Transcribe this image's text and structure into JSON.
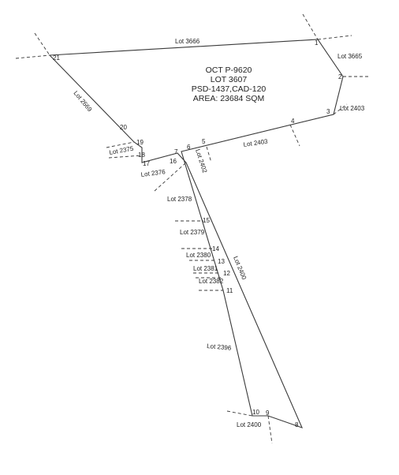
{
  "title_block": {
    "lines": [
      "OCT P-9620",
      "LOT 3607",
      "PSD-1437,CAD-120",
      "AREA: 23684 SQM"
    ]
  },
  "points": [
    "1",
    "2",
    "3",
    "4",
    "5",
    "6",
    "7",
    "8",
    "9",
    "10",
    "11",
    "12",
    "13",
    "14",
    "15",
    "16",
    "17",
    "18",
    "19",
    "20",
    "21"
  ],
  "lots": {
    "lot_3666": "Lot 3666",
    "lot_3665": "Lot 3665",
    "lot_2403_right": "Lot 2403",
    "lot_2403_mid": "Lot 2403",
    "lot_2402": "Lot 2402",
    "lot_2669": "Lot 2669",
    "lot_2375": "Lot 2375",
    "lot_2376": "Lot 2376",
    "lot_2378": "Lot 2378",
    "lot_2379": "Lot 2379",
    "lot_2380": "Lot 2380",
    "lot_2381": "Lot 2381",
    "lot_2382": "Lot 2382",
    "lot_2400_strip": "Lot 2400",
    "lot_2396": "Lot 2396",
    "lot_2400_bottom": "Lot 2400"
  },
  "colors": {
    "line": "#3a3a3a",
    "text": "#222222",
    "background": "#ffffff"
  }
}
